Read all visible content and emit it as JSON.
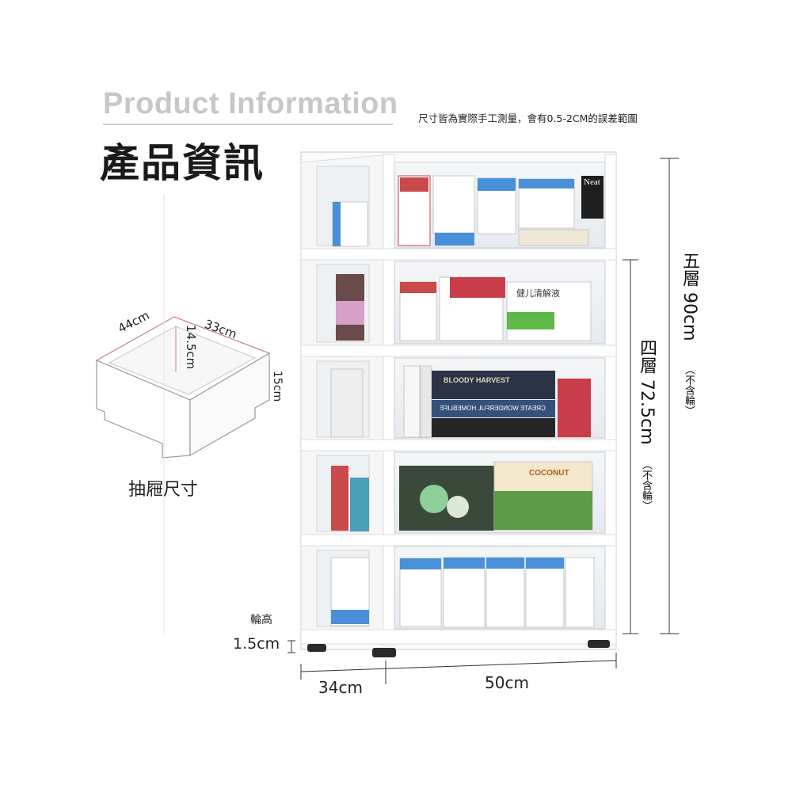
{
  "header": {
    "title_en": "Product Information",
    "title_zh": "產品資訊",
    "note": "尺寸皆為實際手工測量，會有0.5-2CM的誤差範圍"
  },
  "drawer_diagram": {
    "caption": "抽屜尺寸",
    "width_label": "44cm",
    "depth_label": "33cm",
    "inner_height_label": "14.5cm",
    "outer_height_label": "15cm"
  },
  "cabinet": {
    "neat_label": "Neat",
    "book_title": "BLOODY HARVEST",
    "book_title_2": "CREATE WONDERFUL HOMEBLIFE",
    "snack_label": "COCONUT",
    "package_label": "健儿清解液"
  },
  "dimensions": {
    "wheel_label": "輪高",
    "wheel_height": "1.5cm",
    "depth": "34cm",
    "width": "50cm",
    "five_tier": "五層 90cm",
    "five_tier_note": "（不含輪）",
    "four_tier": "四層 72.5cm",
    "four_tier_note": "（不含輪）"
  },
  "colors": {
    "frame": "#f7f7f7",
    "outline": "#d9d9d9",
    "dim_line": "#333333",
    "accent_blue": "#4a90d9"
  }
}
